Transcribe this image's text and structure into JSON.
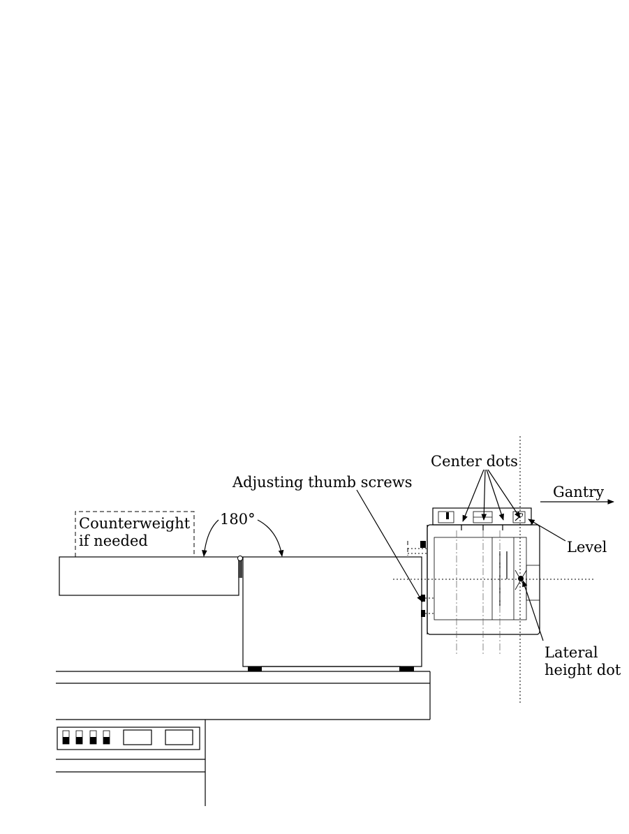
{
  "labels": {
    "counterweight_line1": "Counterweight",
    "counterweight_line2": "if needed",
    "angle": "180°",
    "thumb_screws": "Adjusting thumb screws",
    "center_dots": "Center dots",
    "gantry": "Gantry",
    "level": "Level",
    "lateral_line1": "Lateral",
    "lateral_line2": "height dot"
  }
}
